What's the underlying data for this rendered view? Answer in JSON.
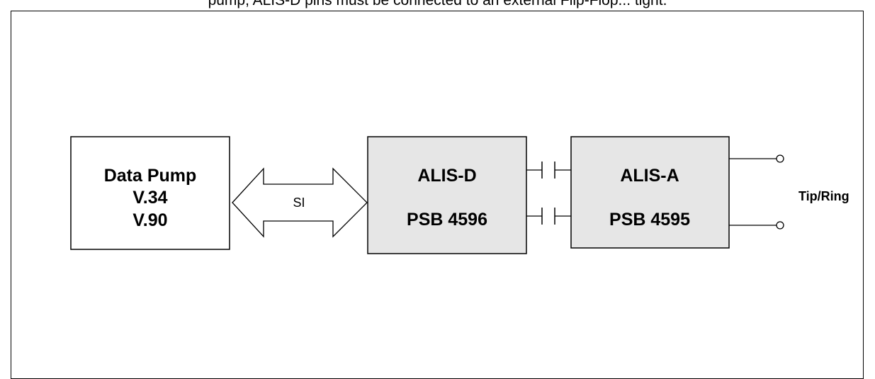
{
  "header": {
    "caption": "pump, ALIS-D pins must be connected to an external Flip-Flop... tight."
  },
  "blocks": {
    "data_pump": {
      "line1": "Data Pump",
      "line2": "V.34",
      "line3": "V.90",
      "fill": "#ffffff"
    },
    "alis_d": {
      "name": "ALIS-D",
      "part": "PSB 4596",
      "fill": "#e6e6e6"
    },
    "alis_a": {
      "name": "ALIS-A",
      "part": "PSB 4595",
      "fill": "#e6e6e6"
    }
  },
  "connections": {
    "si_label": "SI",
    "line_label": "Tip/Ring"
  }
}
